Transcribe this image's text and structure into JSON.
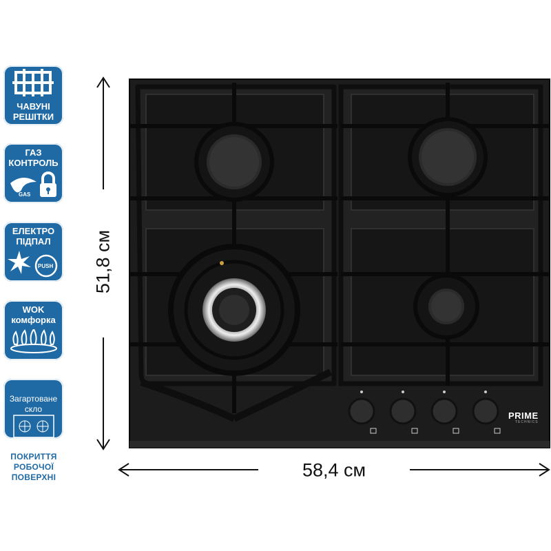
{
  "features": [
    {
      "label_lines": [
        "ЧАВУНІ",
        "РЕШІТКИ"
      ],
      "icon": "grate-icon"
    },
    {
      "label_lines": [
        "ГАЗ",
        "КОНТРОЛЬ"
      ],
      "icon": "gas-lock-icon",
      "icon_text": "GAS"
    },
    {
      "label_lines": [
        "ЕЛЕКТРО",
        "ПІДПАЛ"
      ],
      "icon": "spark-push-icon",
      "icon_text": "PUSH"
    },
    {
      "label_lines": [
        "WOK",
        "комфорка"
      ],
      "icon": "wok-flame-icon"
    },
    {
      "label_lines": [
        "Загартоване",
        "скло"
      ],
      "icon": "glass-icon"
    }
  ],
  "footer_lines": [
    "ПОКРИТТЯ",
    "РОБОЧОЇ",
    "ПОВЕРХНІ"
  ],
  "dimensions": {
    "height": "51,8 см",
    "width": "58,4 см"
  },
  "brand": {
    "name": "PRIME",
    "sub": "TECHNICS"
  },
  "colors": {
    "badge": "#1f6aa5",
    "glass": "#1c1c1c",
    "grate": "#151515"
  },
  "knob_count": 4,
  "burner_count": 4
}
